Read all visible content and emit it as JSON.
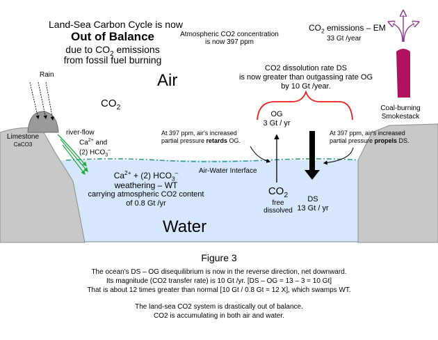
{
  "title": {
    "line1": "Land-Sea Carbon Cycle is now",
    "line2": "Out of Balance",
    "line3_pre": "due to CO",
    "line3_sub": "2",
    "line3_post": " emissions",
    "line4": "from fossil fuel burning"
  },
  "atmosphere": {
    "line1": "Atmospheric CO2  concentration",
    "line2": "is now 397 ppm"
  },
  "emissions": {
    "line1_pre": "CO",
    "line1_sub": "2",
    "line1_post": " emissions – EM",
    "line2": "33 Gt /year"
  },
  "rain": "Rain",
  "air": "Air",
  "co2_air": {
    "main": "CO",
    "sub": "2"
  },
  "limestone": {
    "line1": "Limestone",
    "line2": "CaCO3"
  },
  "river": {
    "label": "river-flow",
    "line1_pre": "Ca",
    "line1_sup": "2+",
    "line1_post": " and",
    "line2_pre": "(2) HCO",
    "line2_sub": "3",
    "line2_sup": "–"
  },
  "dissolution": {
    "line1": "CO2 dissolution rate DS",
    "line2": "is now greater than outgassing rate OG",
    "line3": "by 10 Gt /year."
  },
  "og": {
    "line1": "OG",
    "line2": "3 Gt / yr"
  },
  "ds": {
    "line1": "DS",
    "line2": "13 Gt / yr"
  },
  "retards": {
    "line1": "At 397 ppm, air's increased",
    "line2_pre": "partial pressure ",
    "line2_bold": "retards",
    "line2_post": " OG."
  },
  "propels": {
    "line1": "At 397 ppm, air's increased",
    "line2_pre": "partial pressure ",
    "line2_bold": "propels",
    "line2_post": " DS."
  },
  "smokestack": {
    "line1": "Coal-burning",
    "line2": "Smokestack"
  },
  "interface_label": "Air-Water  Interface",
  "weathering": {
    "line1_pre": "Ca",
    "line1_sup": "2+",
    "line1_mid": " + (2) HCO",
    "line1_sub": "3",
    "line1_sup2": "–",
    "line2": "weathering – WT",
    "line3": "carrying atmospheric CO2 content",
    "line4": "of 0.8 Gt /yr"
  },
  "co2_free": {
    "main": "CO",
    "sub": "2",
    "line2": "free",
    "line3": "dissolved"
  },
  "water": "Water",
  "figure_label": "Figure 3",
  "caption": {
    "line1": "The ocean's DS – OG disequilibrium is now in the reverse direction, net downward.",
    "line2": "Its magnitude (CO2 transfer rate) is 10 Gt /yr.  [DS – OG = 13 – 3 = 10 Gt]",
    "line3": "That is about 12 times greater than normal [10 Gt / 0.8 Gt = 12 X], which swamps WT.",
    "line4": "The land-sea CO2 system is drastically out of balance.",
    "line5": "CO2 is accumulating in both air and water."
  },
  "colors": {
    "water": "#d6e6fb",
    "interface": "#2e9a8e",
    "ground": "#c8c8c8",
    "ground_stroke": "#8c8c8c",
    "brace": "#ee1c1c",
    "smokestack": "#b0125e",
    "smoke_arrows": "#8e3a8e",
    "river_arrows": "#1faa3a"
  }
}
